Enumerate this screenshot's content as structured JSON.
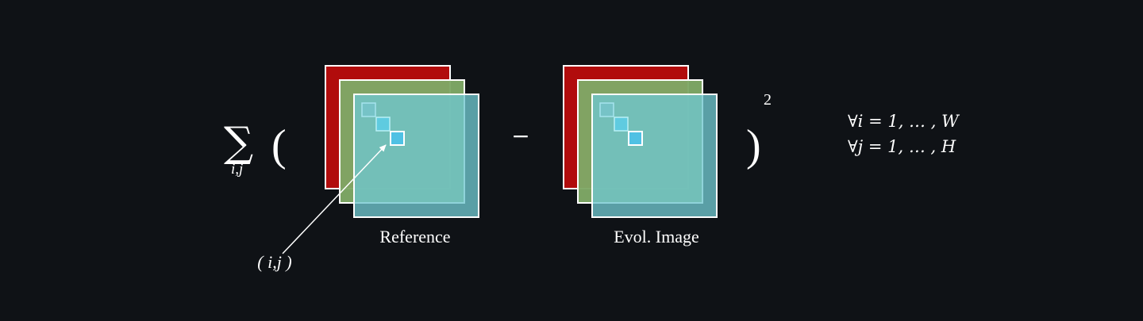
{
  "formula": {
    "sum_symbol": "∑",
    "sum_subscript": "i,j",
    "open_paren": "(",
    "close_paren": ")",
    "minus": "−",
    "exponent": "2"
  },
  "images": {
    "reference_label": "Reference",
    "evolved_label": "Evol. Image"
  },
  "pointer_label": "( i,j )",
  "constraints": {
    "i_range": "∀i = 1, … , W",
    "j_range": "∀j = 1, … , H"
  },
  "colors": {
    "background": "#0f1216",
    "red_layer": "#b10c0c",
    "green_layer": "#7fa866",
    "blue_layer": "#73c4cc",
    "stroke": "#ffffff"
  }
}
